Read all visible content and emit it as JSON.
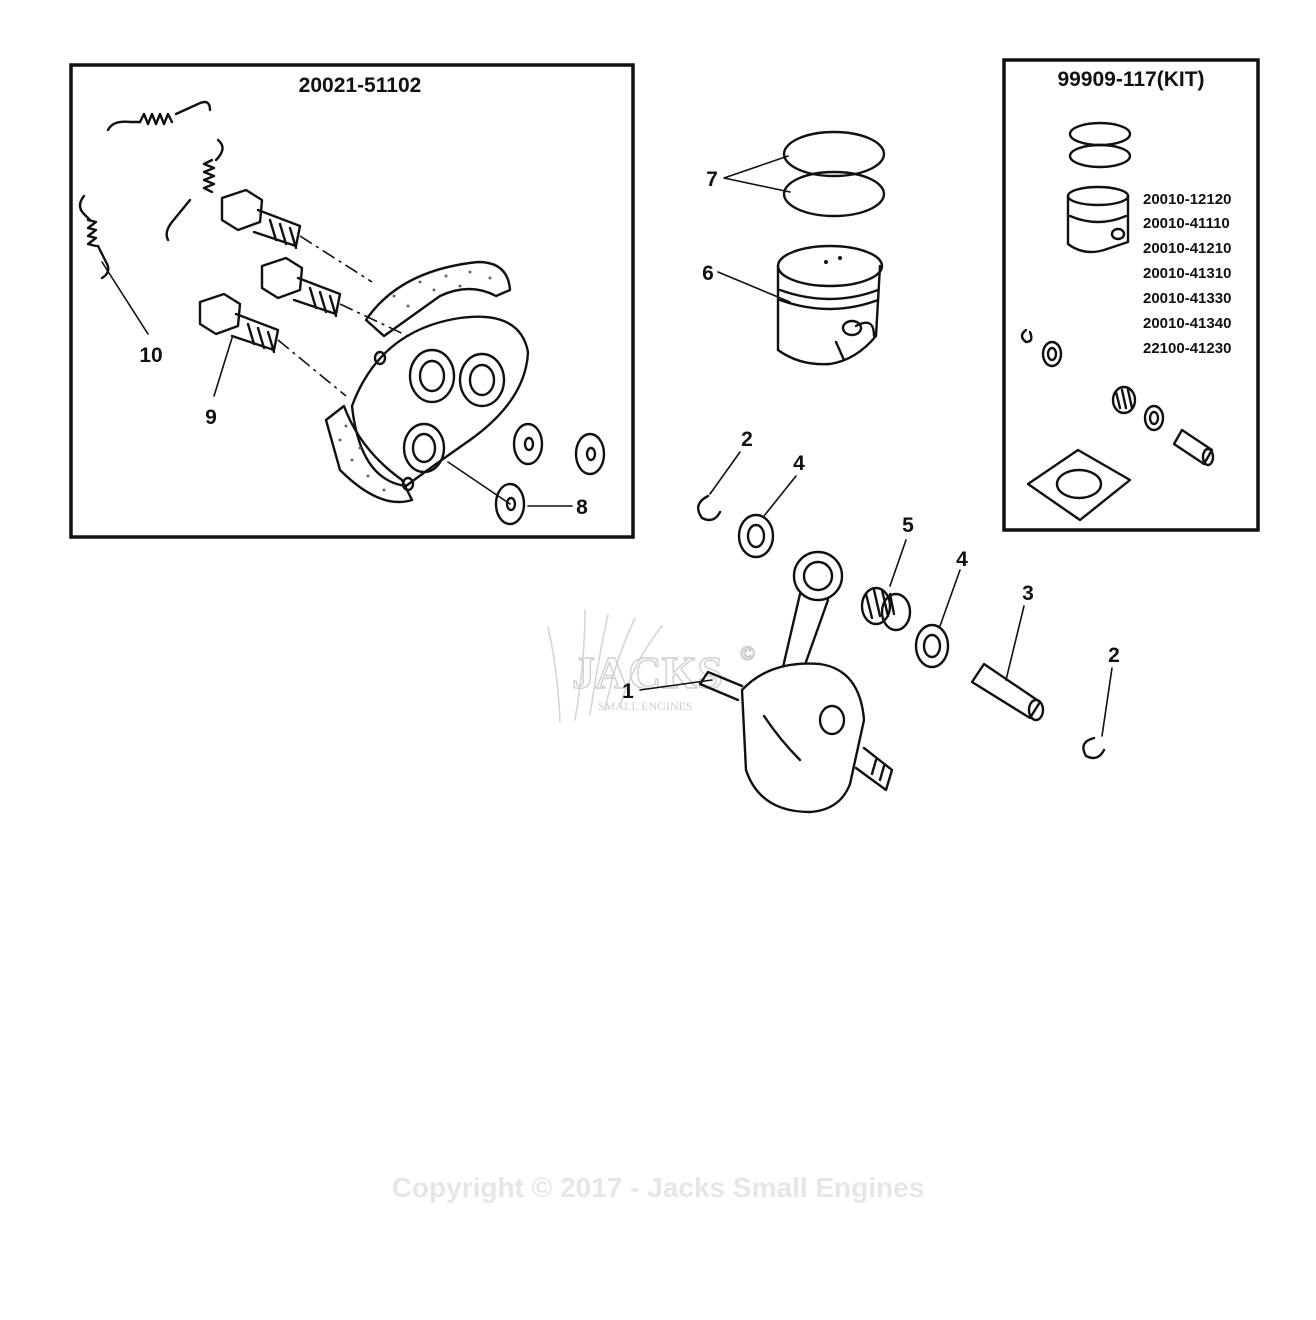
{
  "clutch_box": {
    "part_number": "20021-51102"
  },
  "kit_box": {
    "part_number": "99909-117(KIT)",
    "part_numbers": [
      "20010-12120",
      "20010-41110",
      "20010-41210",
      "20010-41310",
      "20010-41330",
      "20010-41340",
      "22100-41230"
    ]
  },
  "callouts": {
    "c1": "1",
    "c2a": "2",
    "c2b": "2",
    "c3": "3",
    "c4a": "4",
    "c4b": "4",
    "c5": "5",
    "c6": "6",
    "c7": "7",
    "c8": "8",
    "c9": "9",
    "c10": "10"
  },
  "watermark": {
    "brand": "JACKS",
    "sub": "SMALL ENGINES",
    "mark": "©"
  },
  "copyright": "Copyright © 2017 - Jacks Small Engines",
  "colors": {
    "ink": "#111111",
    "watermark": "#cfcfcf",
    "copyright": "#e6e6e6"
  }
}
